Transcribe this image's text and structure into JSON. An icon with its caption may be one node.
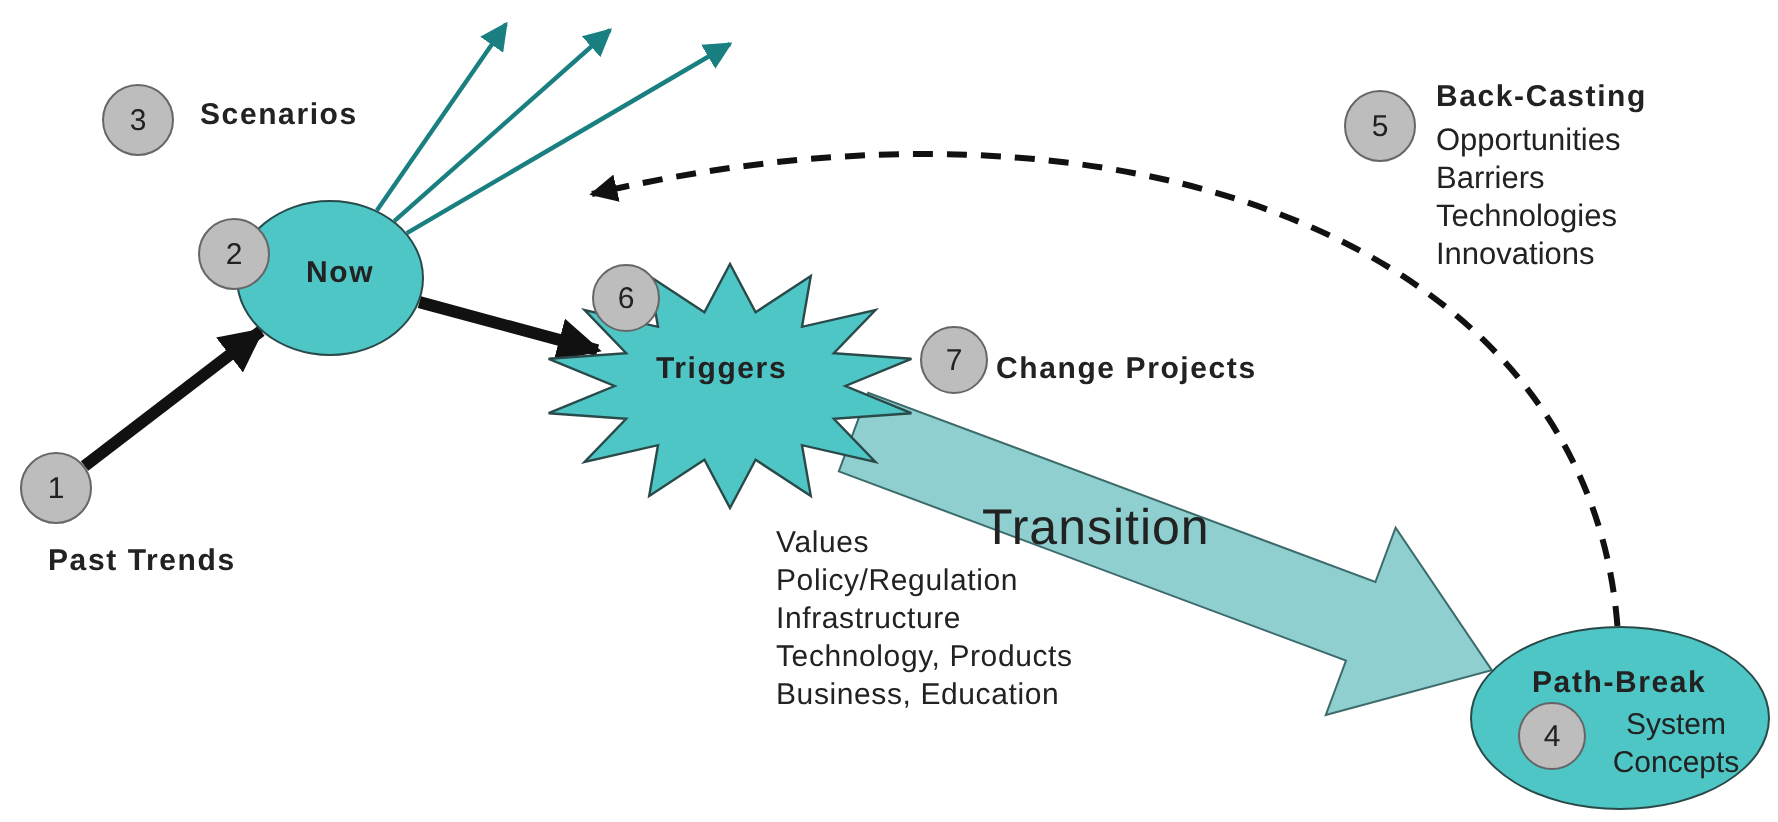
{
  "diagram": {
    "nodes": [
      {
        "text": [
          "1"
        ],
        "beside": [
          "Past Trends"
        ]
      },
      {
        "text": [
          "Now"
        ]
      },
      {
        "text": [
          "2"
        ]
      },
      {
        "text": [
          "3"
        ],
        "beside": [
          "Scenarios"
        ]
      },
      {
        "text": [
          "Triggers"
        ]
      },
      {
        "text": [
          "6"
        ]
      },
      {
        "text": [
          "7"
        ],
        "beside": [
          "Change Projects"
        ]
      },
      {
        "text": [
          "Path-Break",
          "System Concepts"
        ]
      },
      {
        "text": [
          "4"
        ],
        "in": 7
      },
      {
        "text": [
          "5"
        ],
        "beside": [
          "Back-Casting",
          "Opportunities",
          "Barriers",
          "Technologies",
          "Innovations"
        ]
      }
    ],
    "edges": [
      {
        "from": 0,
        "to": 1,
        "arrow": "to",
        "style": "thick"
      },
      {
        "from": 1,
        "to": 4,
        "arrow": "to",
        "style": "thick"
      },
      {
        "from": 1,
        "to": null,
        "arrow": "to",
        "color": "#1a7f80"
      },
      {
        "from": 1,
        "to": null,
        "arrow": "to",
        "color": "#1a7f80"
      },
      {
        "from": 1,
        "to": null,
        "arrow": "to",
        "color": "#1a7f80"
      },
      {
        "from": 4,
        "to": 7,
        "arrow": "to",
        "style": "thick",
        "color": "#8fcfcf",
        "label": "Transition"
      },
      {
        "from": 7,
        "to": null,
        "arrow": "to",
        "style": "dashed"
      }
    ],
    "labels": [
      "Values",
      "Policy/Regulation",
      "Infrastructure",
      "Technology, Products",
      "Business, Education"
    ]
  }
}
